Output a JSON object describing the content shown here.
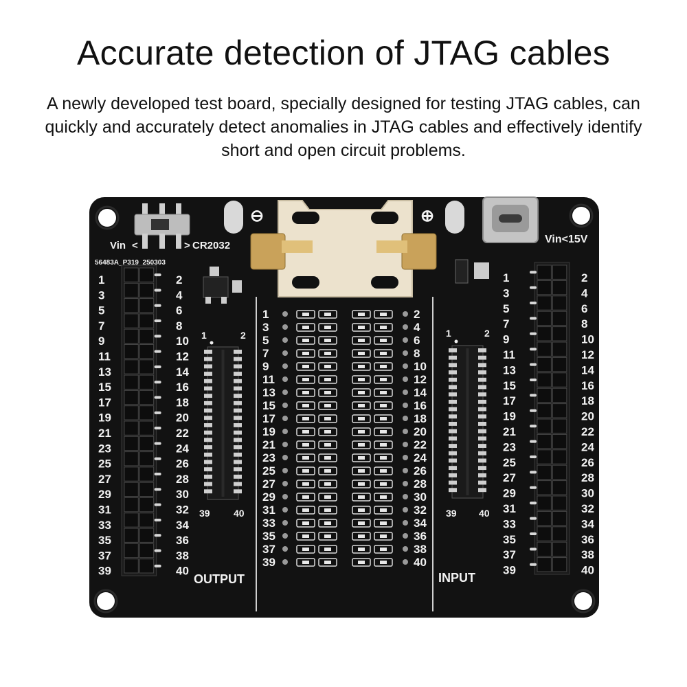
{
  "heading": "Accurate detection of JTAG cables",
  "description": "A newly developed test board, specially designed for testing JTAG cables, can quickly and accurately detect anomalies in JTAG cables and effectively identify short and open circuit problems.",
  "board": {
    "pcb_color": "#111111",
    "silk_color": "#f2f2f2",
    "vin_left": "Vin",
    "cr2032": "CR2032",
    "vin_right": "Vin<15V",
    "part_code": "56483A_P319_250303",
    "minus": "⊖",
    "plus": "⊕",
    "output_label": "OUTPUT",
    "input_label": "INPUT",
    "odd_pins": [
      "1",
      "3",
      "5",
      "7",
      "9",
      "11",
      "13",
      "15",
      "17",
      "19",
      "21",
      "23",
      "25",
      "27",
      "29",
      "31",
      "33",
      "35",
      "37",
      "39"
    ],
    "even_pins": [
      "2",
      "4",
      "6",
      "8",
      "10",
      "12",
      "14",
      "16",
      "18",
      "20",
      "22",
      "24",
      "26",
      "28",
      "30",
      "32",
      "34",
      "36",
      "38",
      "40"
    ],
    "conn_top_left": "1",
    "conn_top_right": "2",
    "conn_bottom_left": "39",
    "conn_bottom_right": "40"
  }
}
